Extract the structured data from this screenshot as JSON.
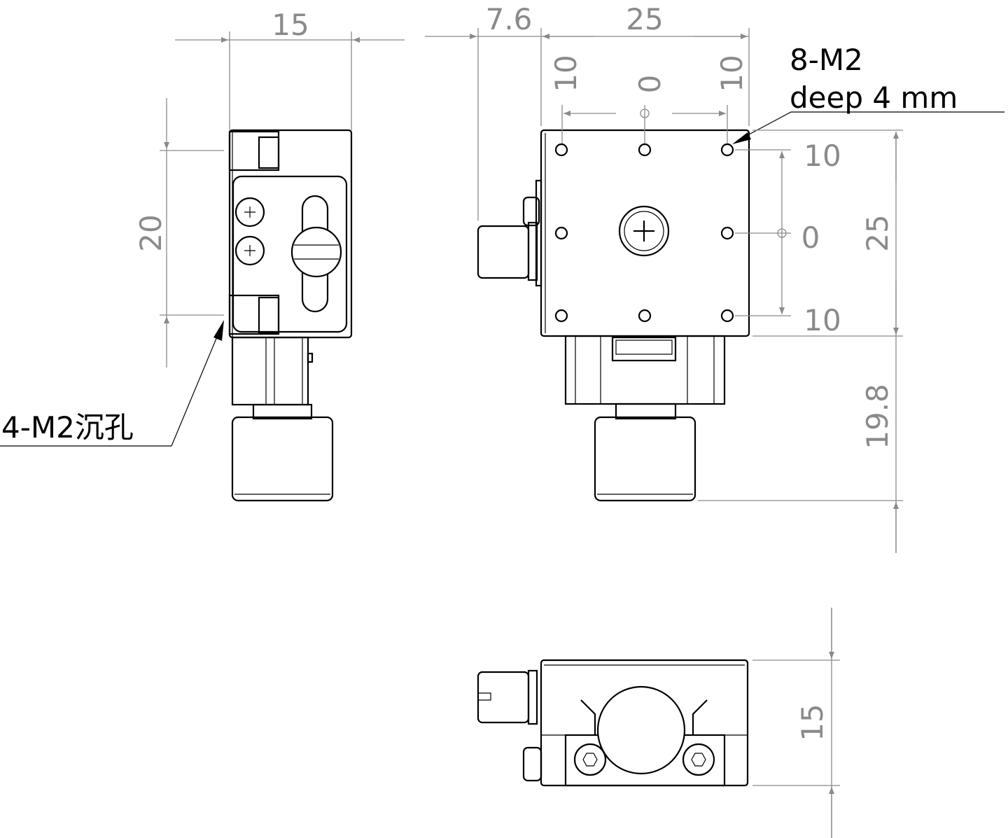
{
  "side_view": {
    "width_dim": "15",
    "height_dim": "20",
    "callout": "4-M2沉孔"
  },
  "front_view": {
    "offset_dim": "7.6",
    "width_dim": "25",
    "hole_dims_top": [
      "10",
      "0",
      "10"
    ],
    "callout_line1": "8-M2",
    "callout_line2": "deep 4 mm",
    "hole_dims_right": [
      "10",
      "0",
      "10"
    ],
    "height_dim": "25",
    "knob_dim": "19.8"
  },
  "bottom_view": {
    "height_dim": "15"
  },
  "colors": {
    "dimension": "#8a8a8a",
    "outline": "#000000"
  }
}
